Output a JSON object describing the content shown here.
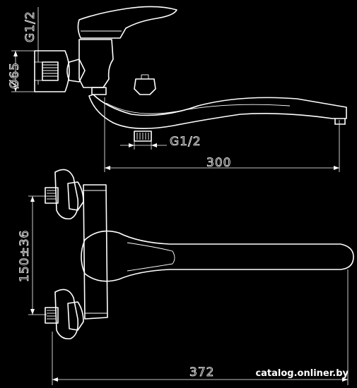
{
  "labels": {
    "thread_top": "G1/2",
    "height_left": "Ø65",
    "thread_bottom": "G1/2",
    "spout_length": "300",
    "center_distance": "150±36",
    "total_length": "372"
  },
  "watermark": "catalog.onliner.by",
  "colors": {
    "background": "#000000",
    "line": "#ffffff"
  }
}
